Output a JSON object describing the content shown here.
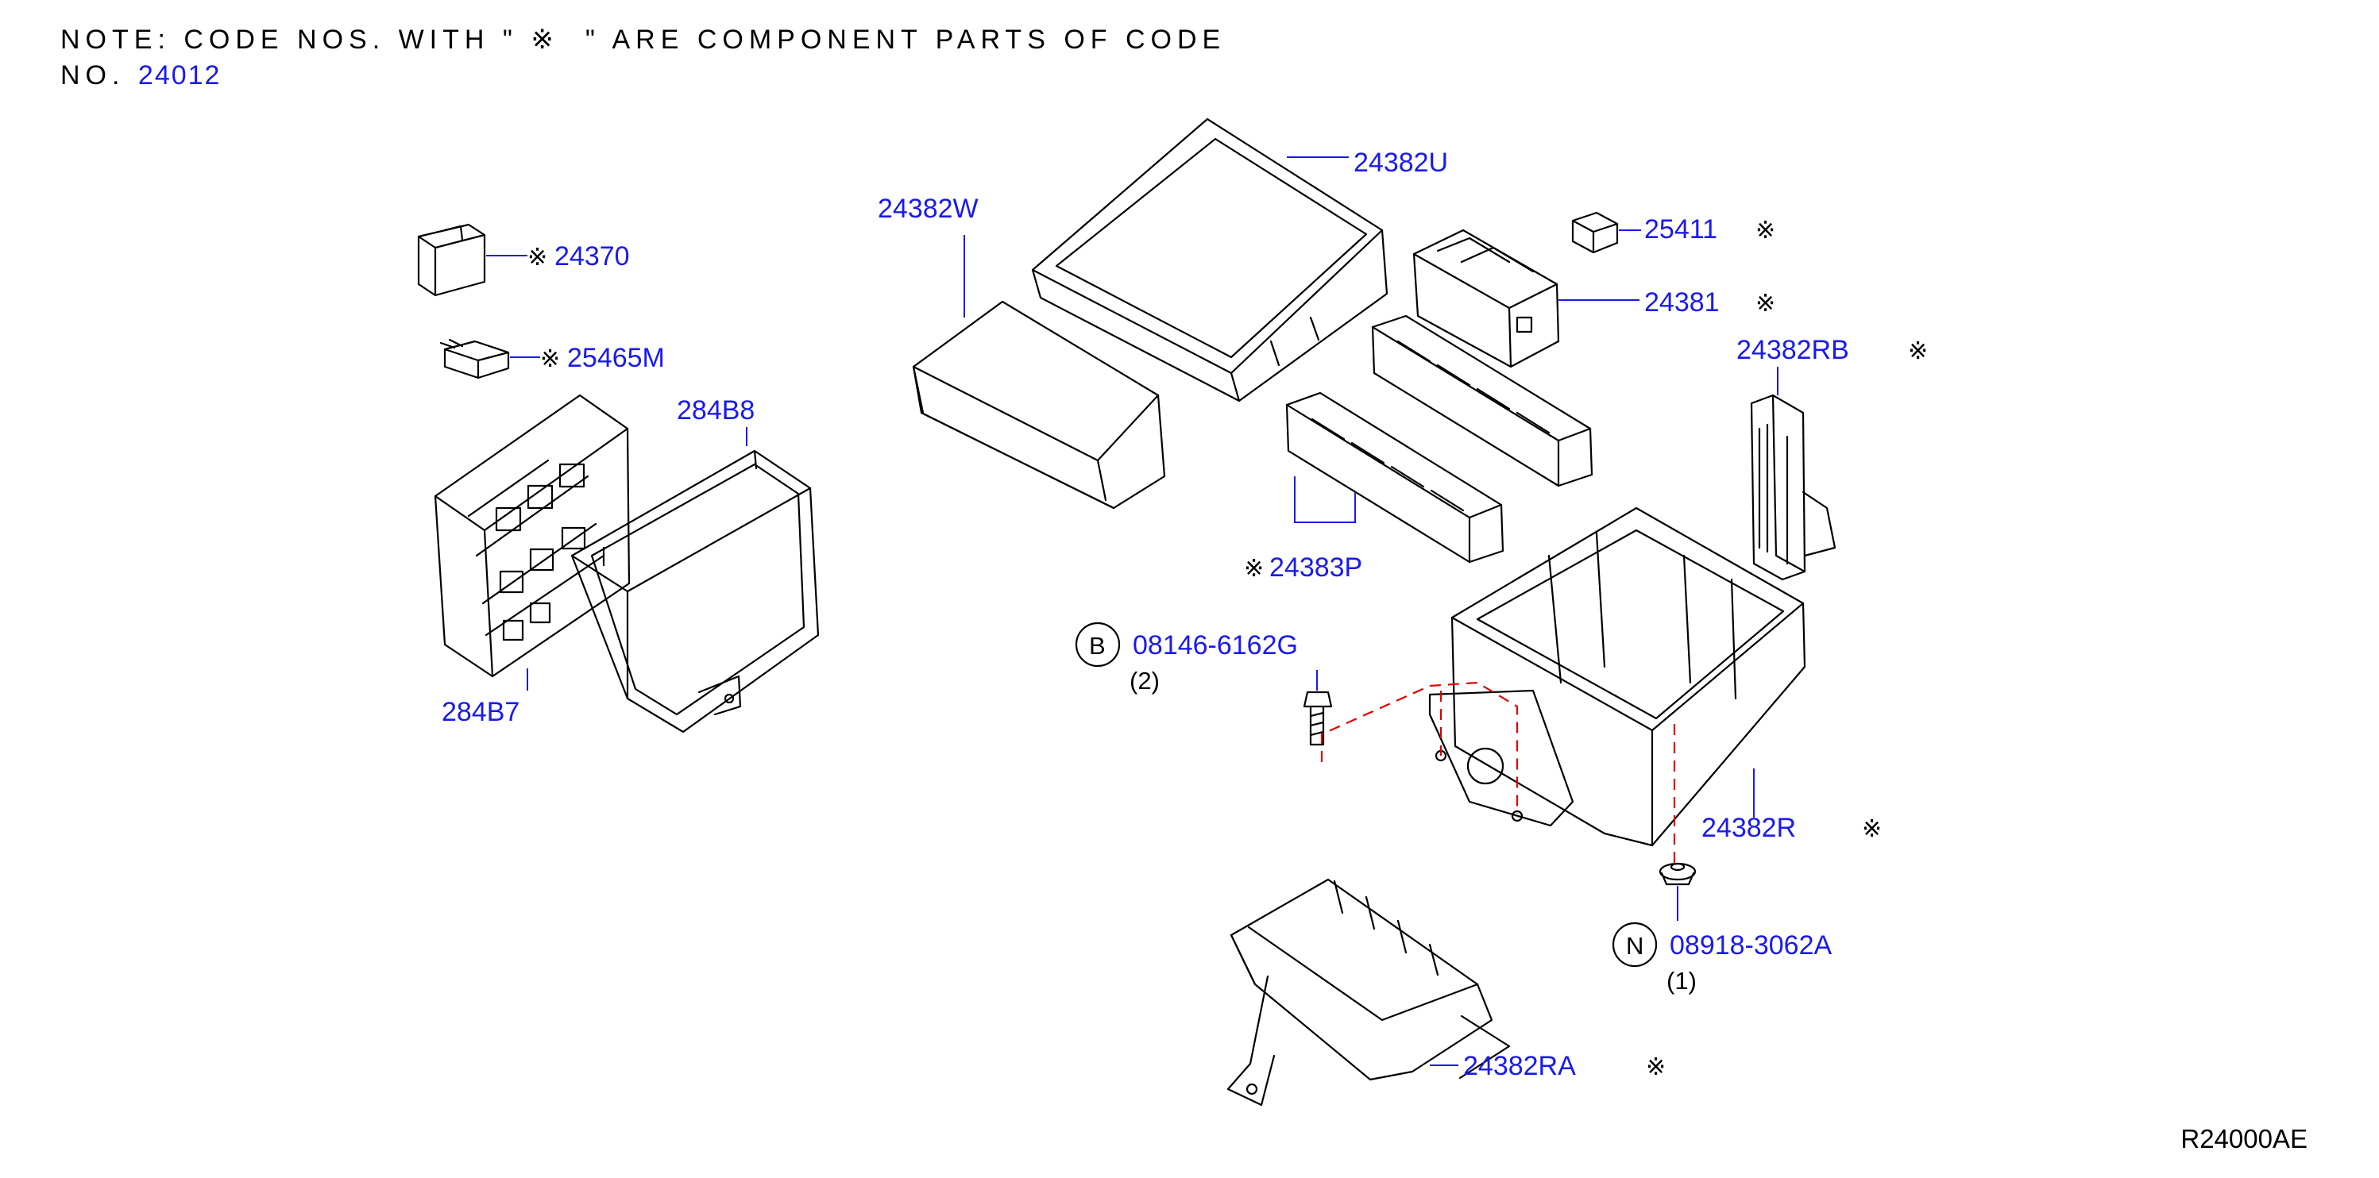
{
  "note": {
    "line1_prefix": "NOTE: CODE NOS. WITH \"",
    "mark": "※",
    "line1_suffix": "\" ARE COMPONENT PARTS OF CODE",
    "line2_prefix": "NO.",
    "code": "24012"
  },
  "figure_id": "R24000AE",
  "parts": {
    "p24370": {
      "number": "24370",
      "mark": "※"
    },
    "p25465M": {
      "number": "25465M",
      "mark": "※"
    },
    "p284B8": {
      "number": "284B8"
    },
    "p284B7": {
      "number": "284B7"
    },
    "p24382W": {
      "number": "24382W"
    },
    "p24382U": {
      "number": "24382U"
    },
    "p25411": {
      "number": "25411",
      "mark": "※"
    },
    "p24381": {
      "number": "24381",
      "mark": "※"
    },
    "p24382RB": {
      "number": "24382RB",
      "mark": "※"
    },
    "p24383P": {
      "number": "24383P",
      "mark": "※"
    },
    "p08146": {
      "number": "08146-6162G",
      "circle": "B",
      "qty": "(2)"
    },
    "p24382R": {
      "number": "24382R",
      "mark": "※"
    },
    "p08918": {
      "number": "08918-3062A",
      "circle": "N",
      "qty": "(1)"
    },
    "p24382RA": {
      "number": "24382RA",
      "mark": "※"
    }
  }
}
